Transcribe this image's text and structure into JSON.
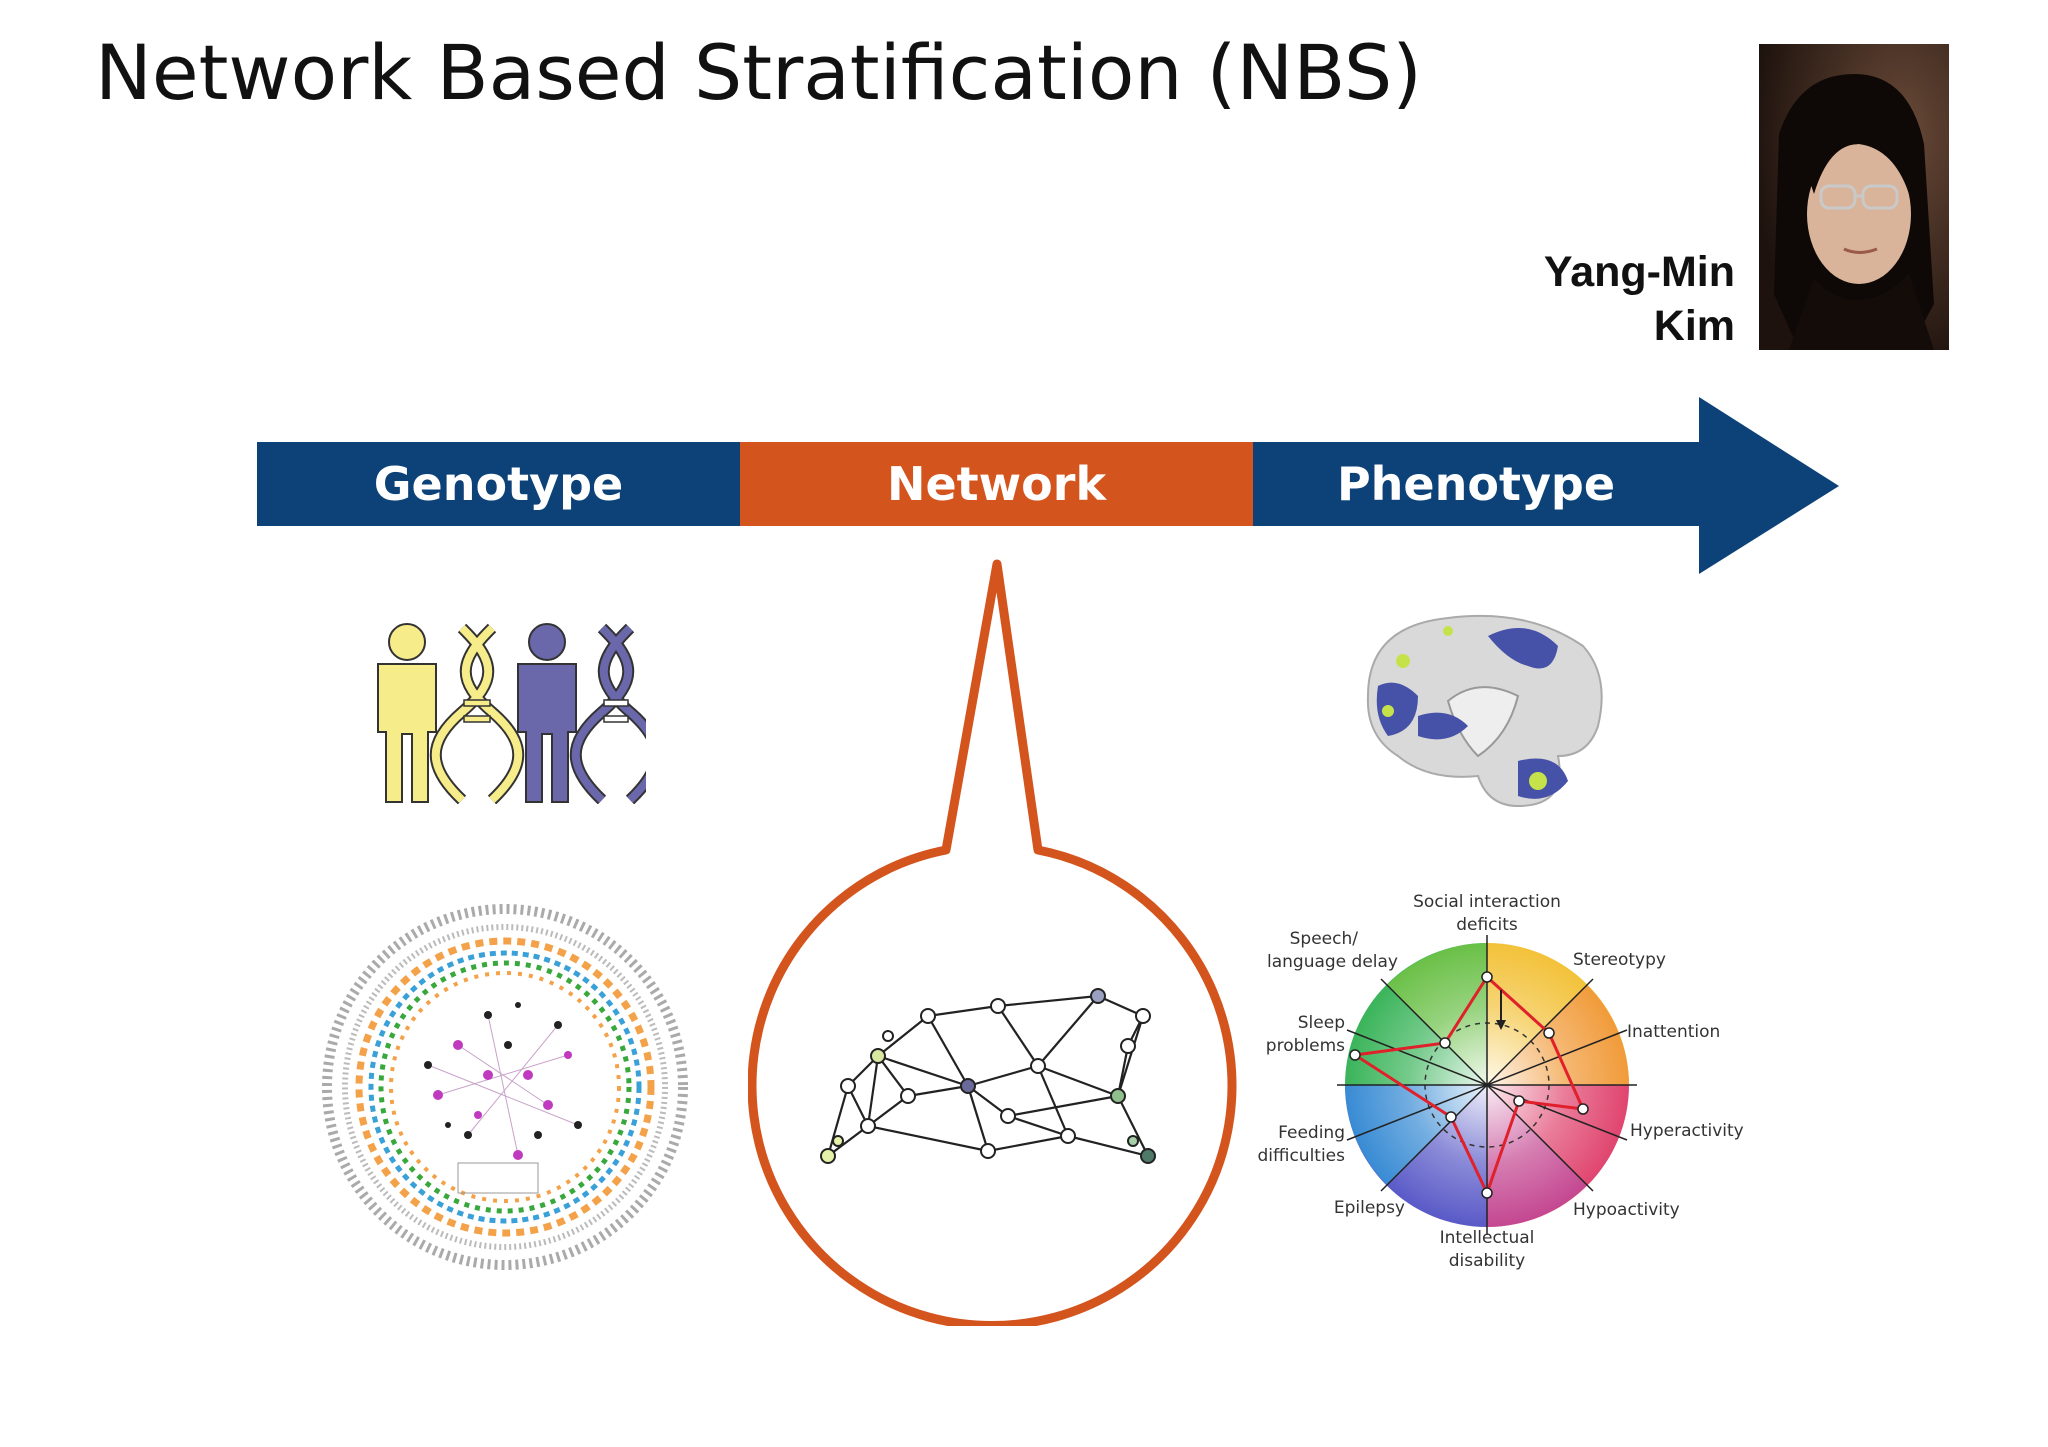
{
  "slide": {
    "title": "Network Based Stratification (NBS)"
  },
  "author": {
    "first_line": "Yang-Min",
    "second_line": "Kim"
  },
  "pipeline": {
    "stages": [
      {
        "label": "Genotype"
      },
      {
        "label": "Network"
      },
      {
        "label": "Phenotype"
      }
    ]
  },
  "colors": {
    "stage_blue": "#0d4278",
    "stage_orange": "#d4541e"
  },
  "radar": {
    "axes": [
      "Social interaction",
      "deficits",
      "Speech/",
      "language delay",
      "Stereotypy",
      "Sleep",
      "problems",
      "Inattention",
      "Feeding",
      "difficulties",
      "Hyperactivity",
      "Epilepsy",
      "Hypoactivity",
      "Intellectual",
      "disability"
    ]
  }
}
